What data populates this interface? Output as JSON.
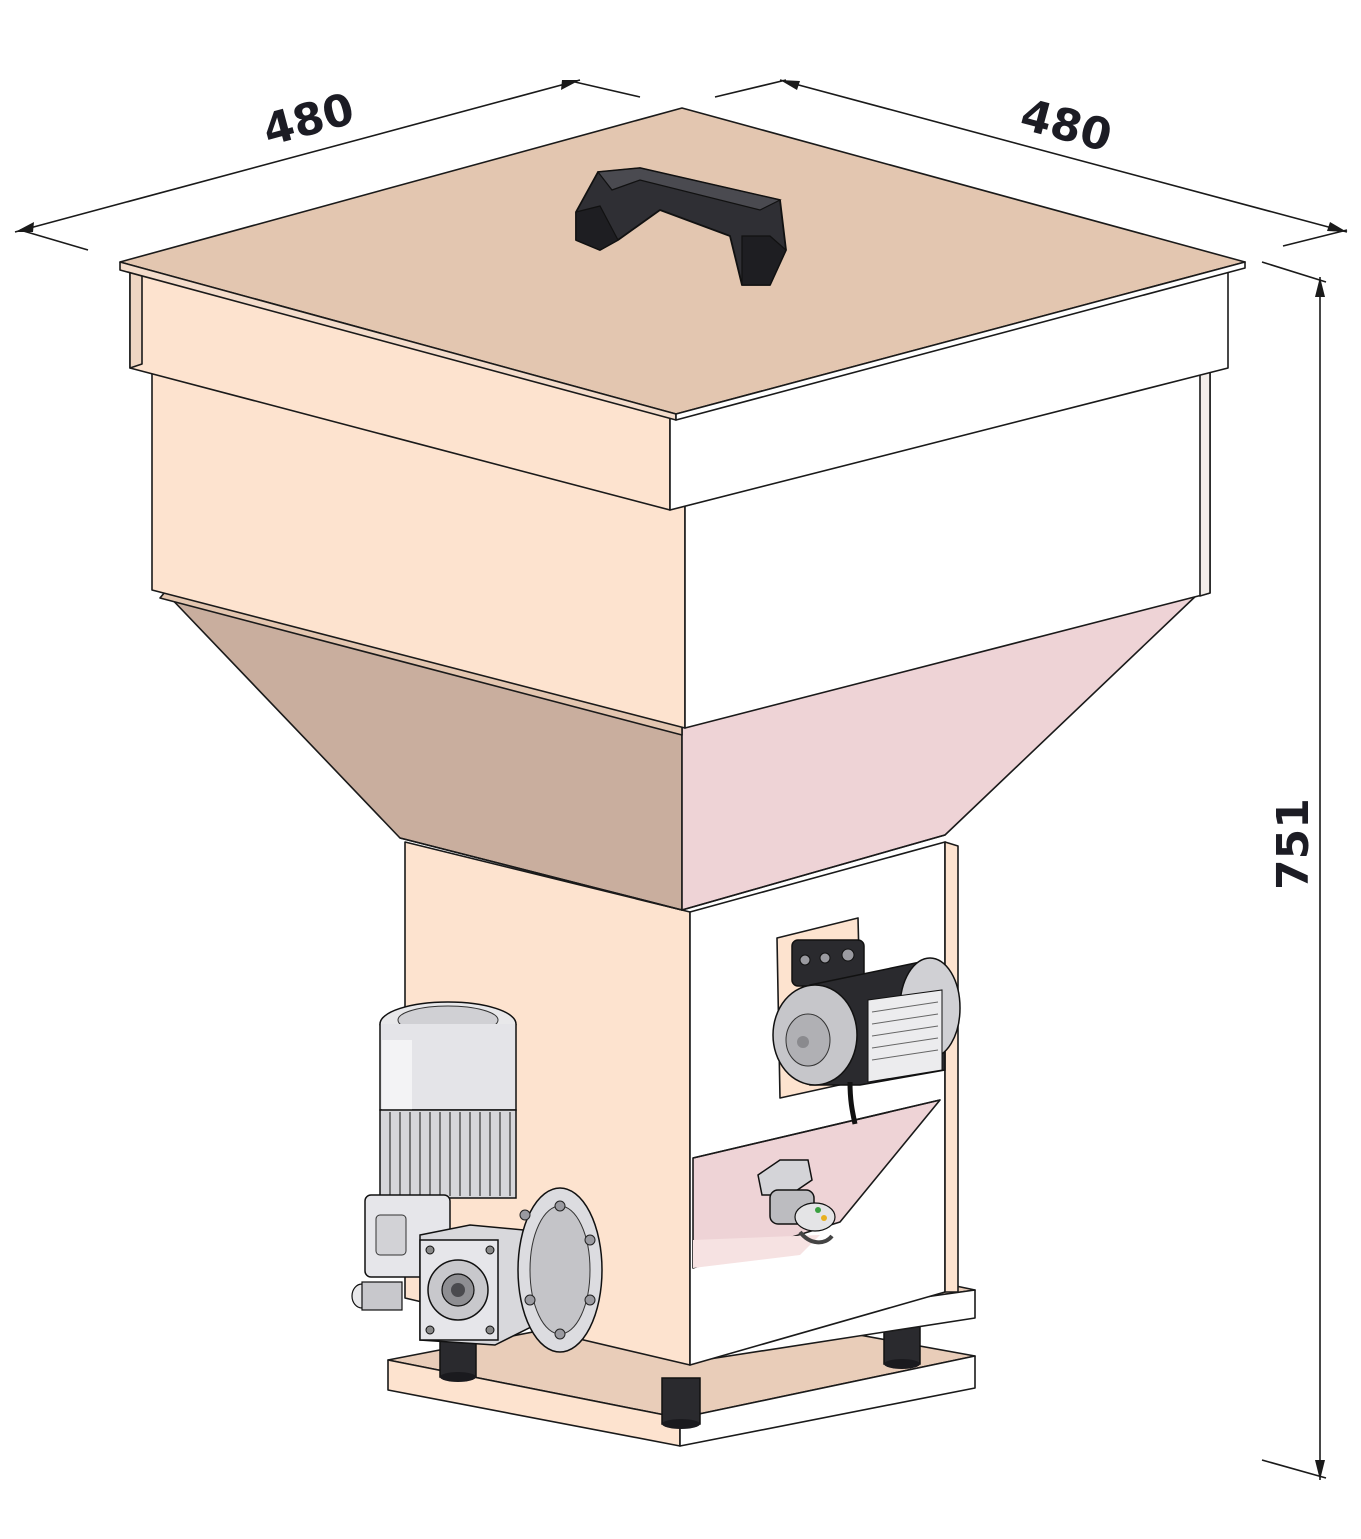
{
  "dimensions": {
    "width_left": "480",
    "width_right": "480",
    "height": "751"
  },
  "colors": {
    "lid_top": "#e3c6b0",
    "panel_light": "#fde3cf",
    "panel_white": "#ffffff",
    "funnel_left": "#c9ae9e",
    "funnel_right": "#eed3d6",
    "handle": "#2a2a2e",
    "motor_grey": "#d8d8dc",
    "dimension_line": "#1a1a1a"
  },
  "icons": [
    "handle-icon",
    "gear-motor-icon",
    "vibrator-motor-icon",
    "level-sensor-icon",
    "rubber-foot-icon"
  ]
}
